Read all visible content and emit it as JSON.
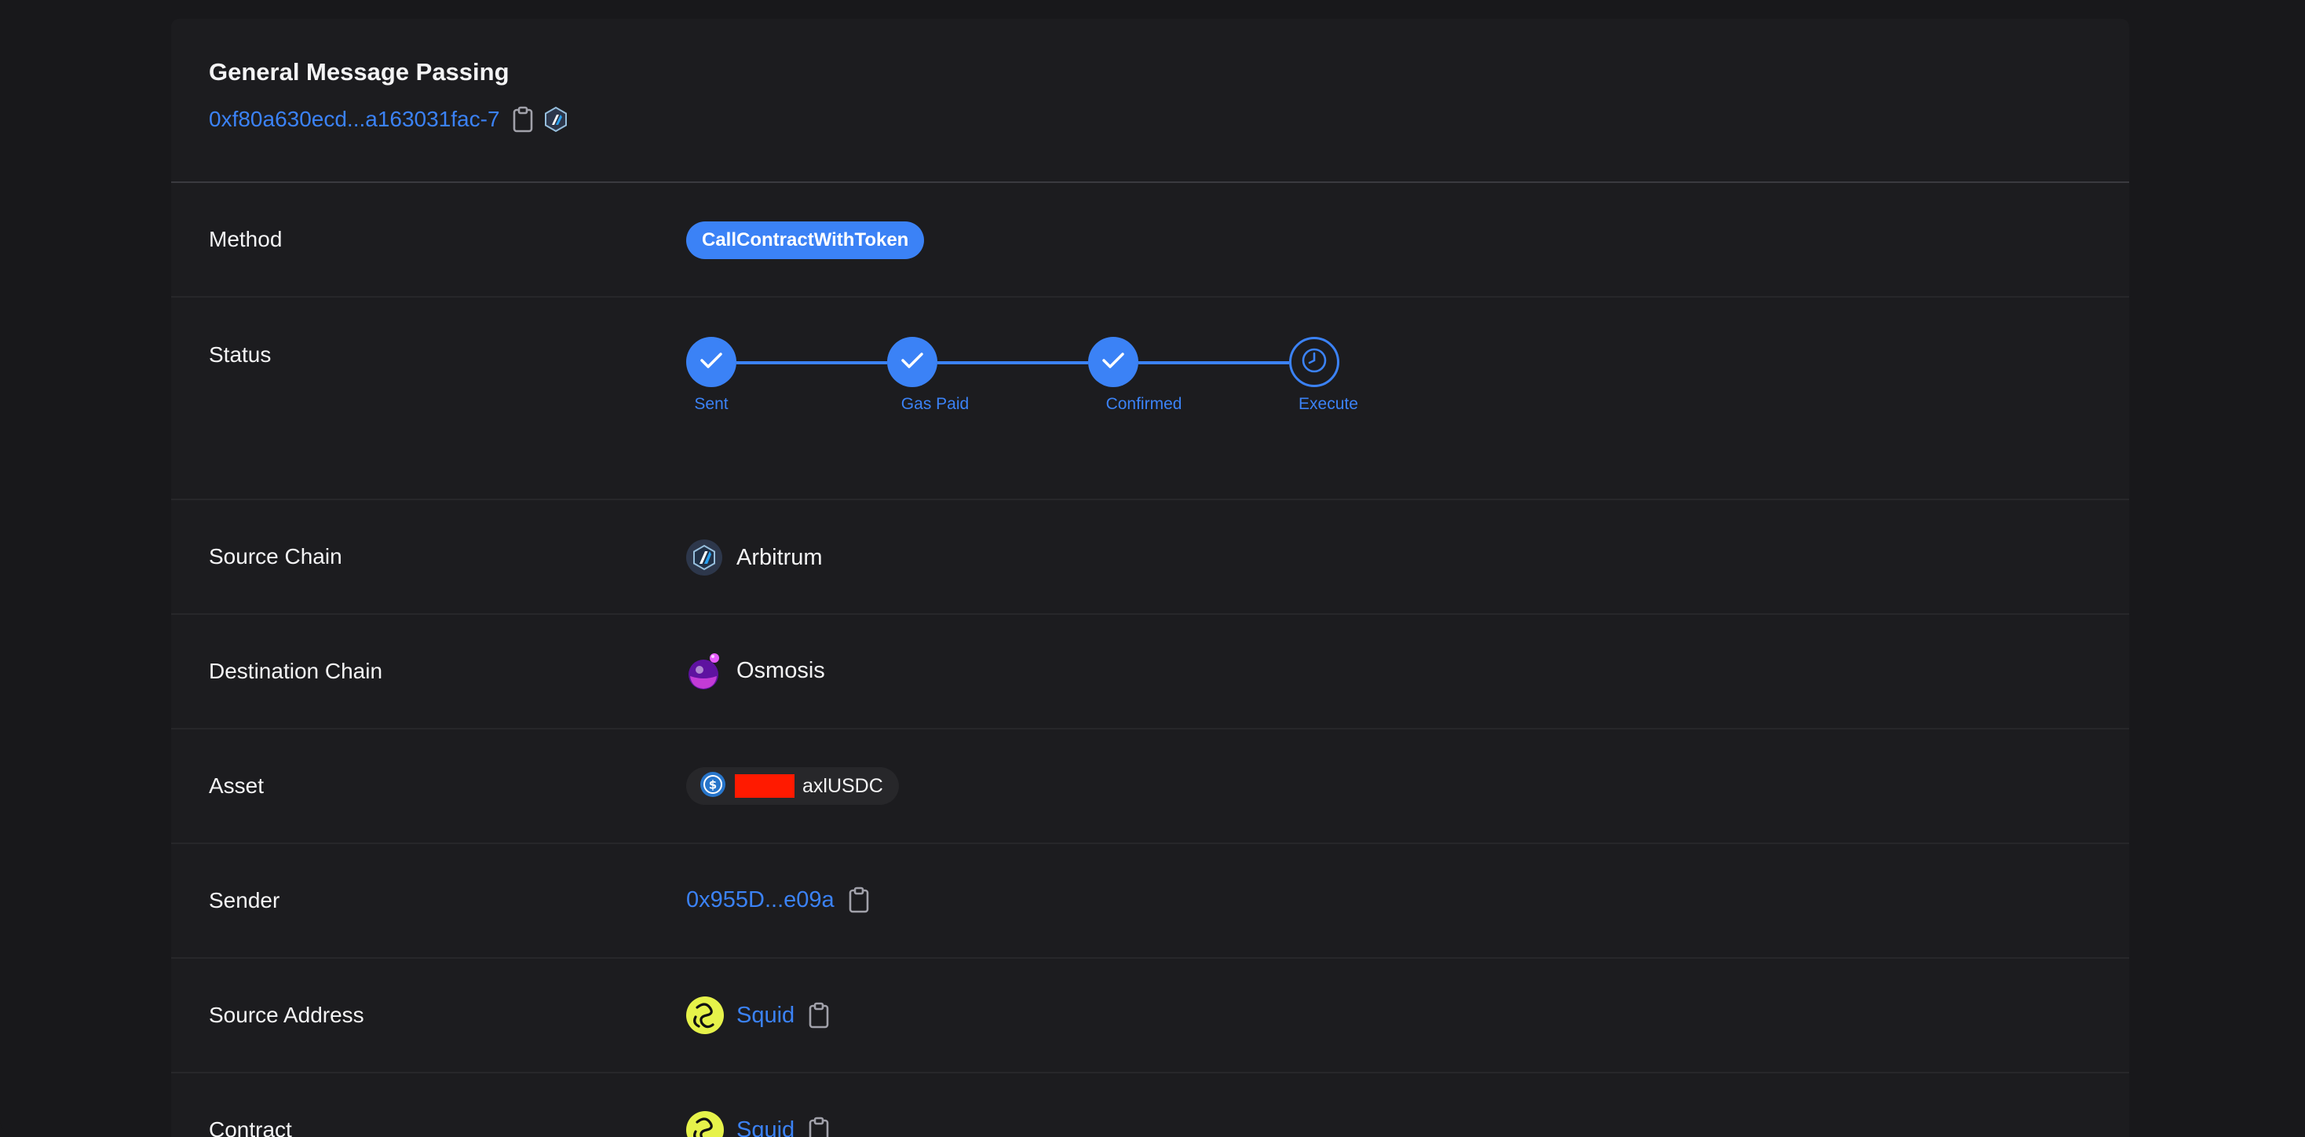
{
  "header": {
    "title": "General Message Passing",
    "tx_hash": "0xf80a630ecd...a163031fac-7"
  },
  "rows": {
    "method": {
      "label": "Method",
      "value": "CallContractWithToken"
    },
    "status": {
      "label": "Status",
      "steps": [
        {
          "label": "Sent",
          "state": "done"
        },
        {
          "label": "Gas Paid",
          "state": "done"
        },
        {
          "label": "Confirmed",
          "state": "done"
        },
        {
          "label": "Execute",
          "state": "pending"
        }
      ]
    },
    "source_chain": {
      "label": "Source Chain",
      "value": "Arbitrum"
    },
    "destination_chain": {
      "label": "Destination Chain",
      "value": "Osmosis"
    },
    "asset": {
      "label": "Asset",
      "value": "axlUSDC"
    },
    "sender": {
      "label": "Sender",
      "value": "0x955D...e09a"
    },
    "source_address": {
      "label": "Source Address",
      "value": "Squid"
    },
    "contract": {
      "label": "Contract",
      "value": "Squid"
    }
  },
  "colors": {
    "accent": "#3b82f6",
    "background": "#18181b",
    "card": "#1c1c1f",
    "redaction": "#ff1a00",
    "squid_brand": "#e6f24a"
  },
  "icons": {
    "copy": "clipboard-icon",
    "check": "check-icon",
    "pending": "clock-icon",
    "arbitrum": "arbitrum-logo-icon",
    "osmosis": "osmosis-logo-icon",
    "usdc": "usdc-icon",
    "squid": "squid-logo-icon"
  }
}
